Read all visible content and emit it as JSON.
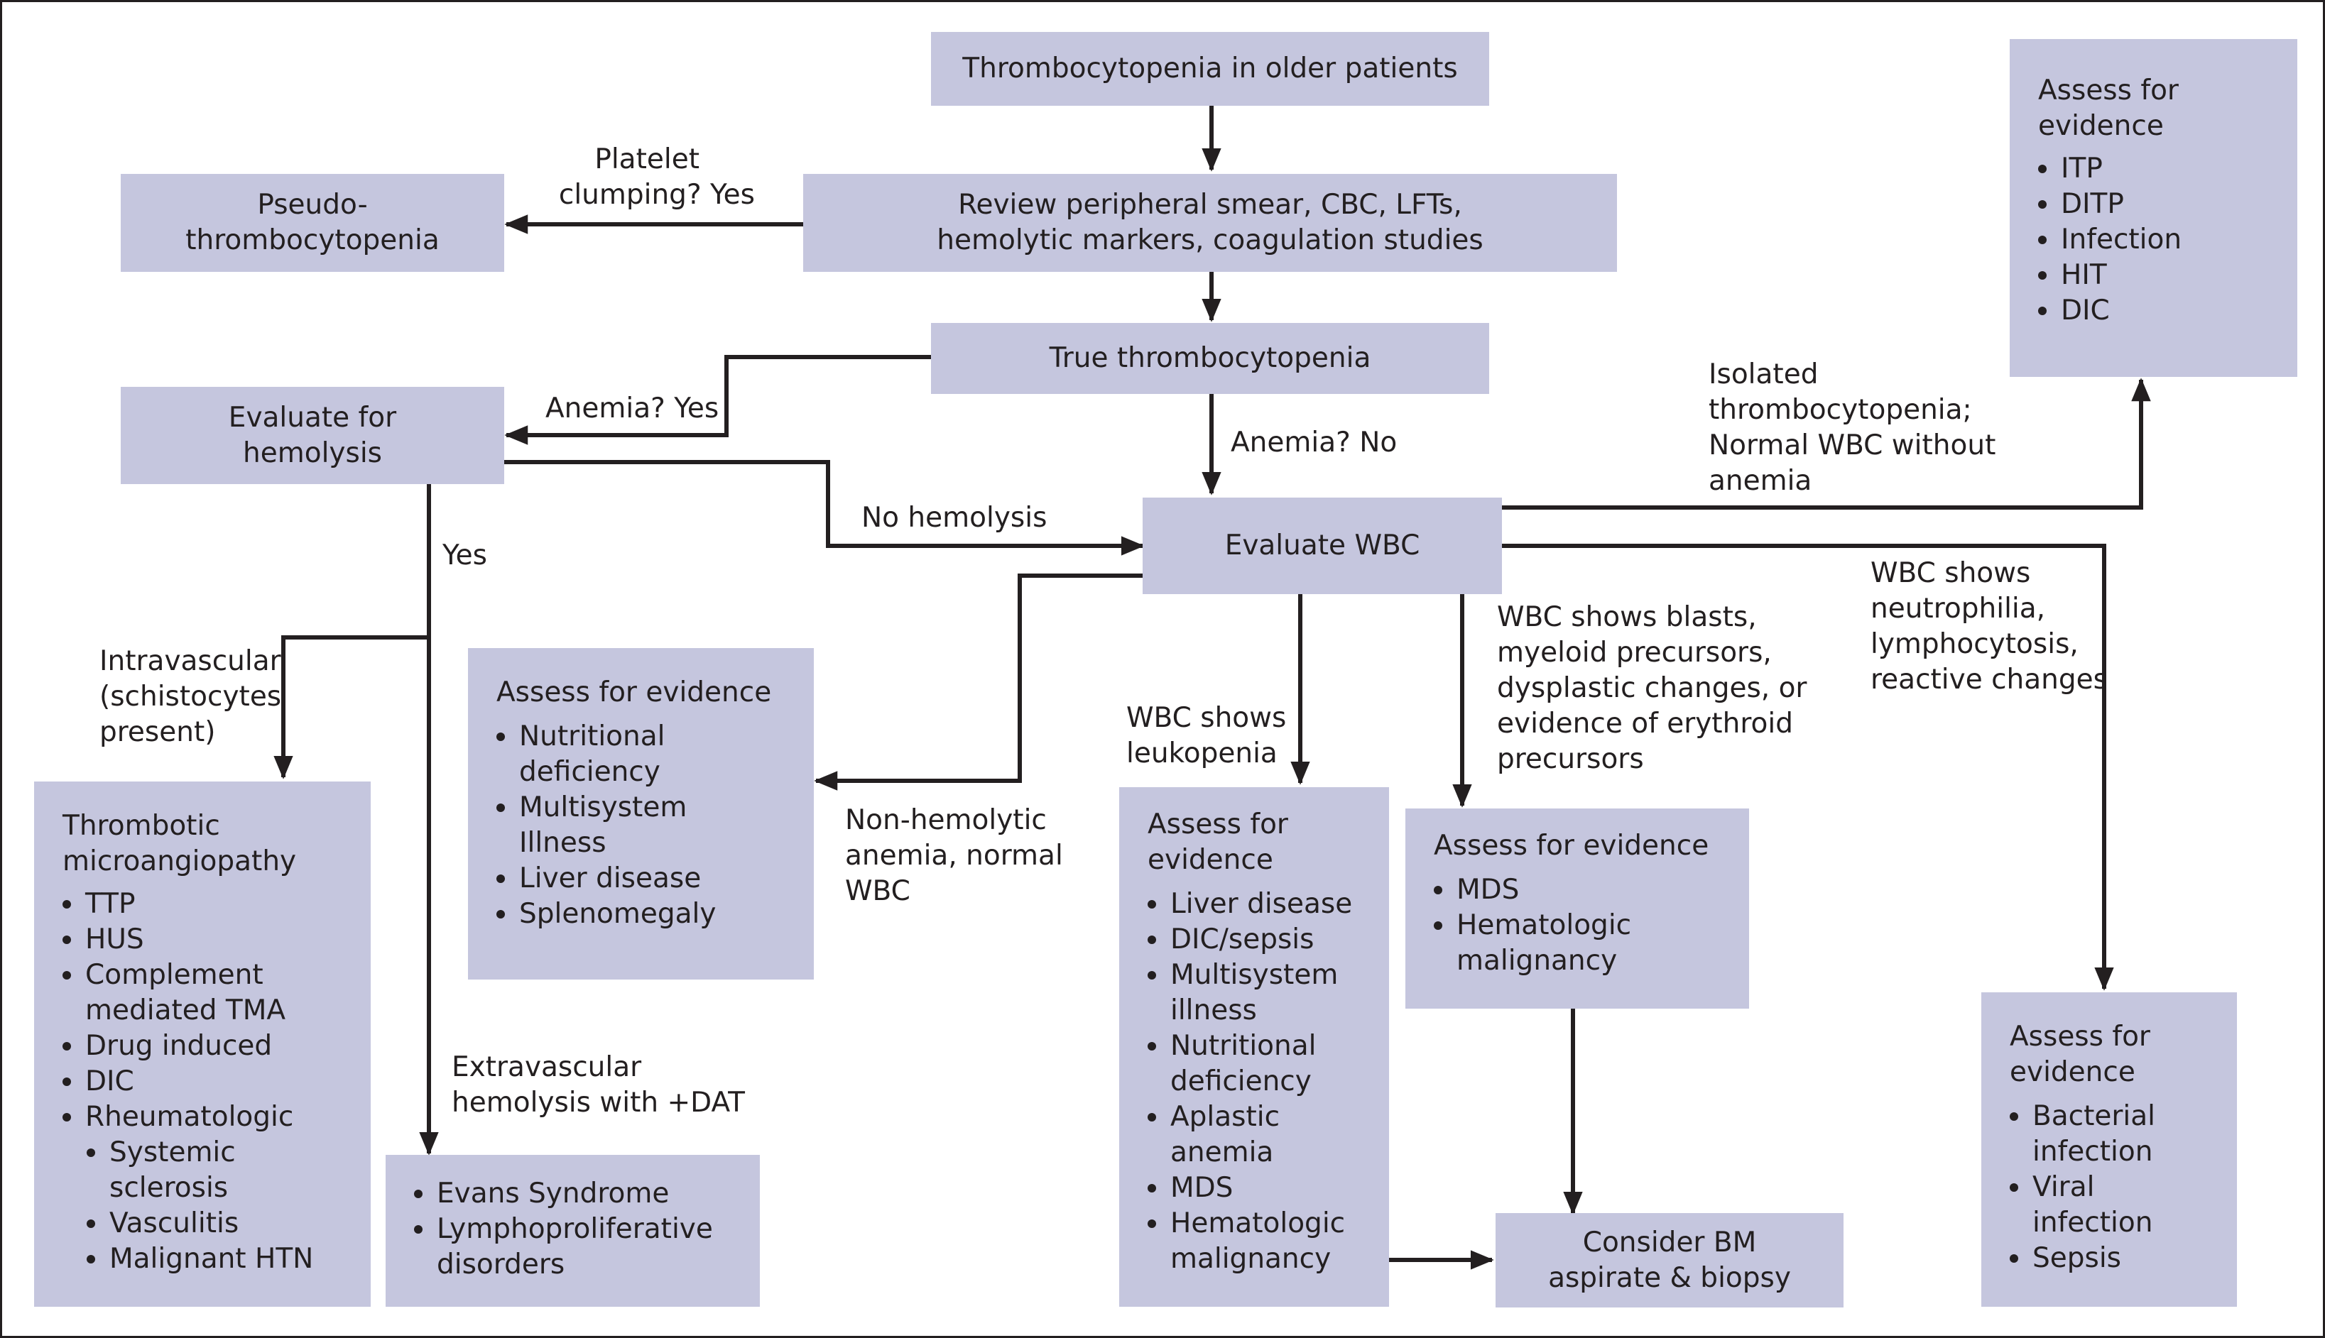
{
  "colors": {
    "box_fill": "#c5c6de",
    "line": "#231f20"
  },
  "nodes": {
    "start": "Thrombocytopenia in older patients",
    "review": [
      "Review peripheral smear, CBC, LFTs,",
      "hemolytic markers, coagulation studies"
    ],
    "pseudo": [
      "Pseudo-",
      "thrombocytopenia"
    ],
    "true_tcp": "True thrombocytopenia",
    "eval_hemolysis": [
      "Evaluate for",
      "hemolysis"
    ],
    "eval_wbc": "Evaluate WBC",
    "assess_isolated": {
      "title": [
        "Assess for",
        "evidence"
      ],
      "items": [
        "ITP",
        "DITP",
        "Infection",
        "HIT",
        "DIC"
      ]
    },
    "assess_nonhemolytic": {
      "title": [
        "Assess for evidence"
      ],
      "items": [
        [
          "Nutritional",
          "deficiency"
        ],
        [
          "Multisystem",
          "Illness"
        ],
        [
          "Liver disease"
        ],
        [
          "Splenomegaly"
        ]
      ]
    },
    "tma": {
      "title": [
        "Thrombotic",
        "microangiopathy"
      ],
      "items": [
        [
          "TTP"
        ],
        [
          "HUS"
        ],
        [
          "Complement",
          "mediated TMA"
        ],
        [
          "Drug induced"
        ],
        [
          "DIC"
        ],
        [
          "Rheumatologic"
        ]
      ],
      "subitems": [
        [
          "Systemic",
          "sclerosis"
        ],
        [
          "Vasculitis"
        ],
        [
          "Malignant HTN"
        ]
      ]
    },
    "evans": {
      "items": [
        [
          "Evans Syndrome"
        ],
        [
          "Lymphoproliferative",
          "disorders"
        ]
      ]
    },
    "assess_leukopenia": {
      "title": [
        "Assess for",
        "evidence"
      ],
      "items": [
        [
          "Liver disease"
        ],
        [
          "DIC/sepsis"
        ],
        [
          "Multisystem",
          "illness"
        ],
        [
          "Nutritional",
          "deficiency"
        ],
        [
          "Aplastic",
          "anemia"
        ],
        [
          "MDS"
        ],
        [
          "Hematologic",
          "malignancy"
        ]
      ]
    },
    "assess_blasts": {
      "title": [
        "Assess for evidence"
      ],
      "items": [
        [
          "MDS"
        ],
        [
          "Hematologic",
          "malignancy"
        ]
      ]
    },
    "bm": [
      "Consider BM",
      "aspirate & biopsy"
    ],
    "assess_neutrophilia": {
      "title": [
        "Assess for",
        "evidence"
      ],
      "items": [
        [
          "Bacterial",
          "infection"
        ],
        [
          "Viral",
          "infection"
        ],
        [
          "Sepsis"
        ]
      ]
    }
  },
  "edge_labels": {
    "platelet_clumping": [
      "Platelet",
      "clumping? Yes"
    ],
    "anemia_yes": "Anemia? Yes",
    "anemia_no": "Anemia? No",
    "no_hemolysis": "No hemolysis",
    "yes": "Yes",
    "intravascular": [
      "Intravascular",
      "(schistocytes",
      "present)"
    ],
    "extravascular": [
      "Extravascular",
      "hemolysis with +DAT"
    ],
    "isolated": [
      "Isolated",
      "thrombocytopenia;",
      "Normal WBC without",
      "anemia"
    ],
    "nonhemolytic_anemia": [
      "Non-hemolytic",
      "anemia, normal",
      "WBC"
    ],
    "leukopenia": [
      "WBC shows",
      "leukopenia"
    ],
    "blasts": [
      "WBC shows blasts,",
      "myeloid precursors,",
      "dysplastic changes, or",
      "evidence of erythroid",
      "precursors"
    ],
    "neutrophilia": [
      "WBC shows",
      "neutrophilia,",
      "lymphocytosis,",
      "reactive changes"
    ]
  }
}
